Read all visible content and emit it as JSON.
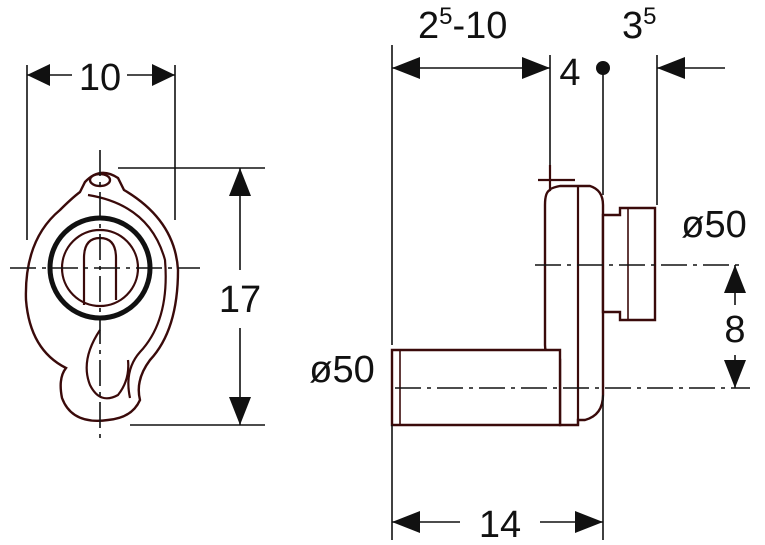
{
  "dimensions": {
    "width_front": "10",
    "height_front": "17",
    "inlet_diameter": "ø50",
    "outlet_diameter": "ø50",
    "wall_range_base": "2",
    "wall_range_sup": "5",
    "wall_range_suffix": "-10",
    "plate_gap": "4",
    "spigot_base": "3",
    "spigot_sup": "5",
    "offset": "8",
    "overall_depth": "14"
  }
}
